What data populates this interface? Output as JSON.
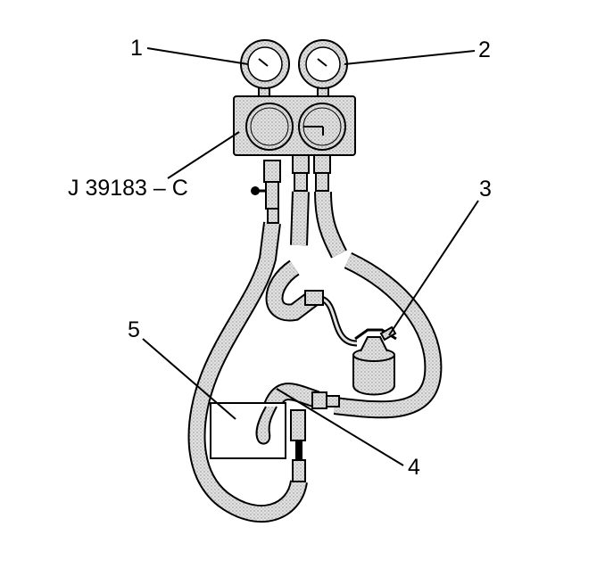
{
  "tool_label": "J 39183 – C",
  "callouts": {
    "c1": "1",
    "c2": "2",
    "c3": "3",
    "c4": "4",
    "c5": "5"
  },
  "colors": {
    "fill": "#d9d9d9",
    "line": "#000000"
  }
}
